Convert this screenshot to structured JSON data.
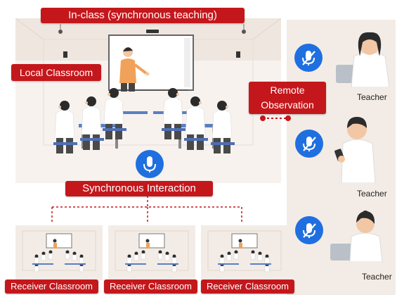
{
  "titles": {
    "in_class": "In-class (synchronous teaching)",
    "local_classroom": "Local Classroom",
    "remote_observation_line1": "Remote",
    "remote_observation_line2": "Observation",
    "synchronous_interaction": "Synchronous Interaction"
  },
  "receivers": [
    {
      "label": "Receiver Classroom"
    },
    {
      "label": "Receiver Classroom"
    },
    {
      "label": "Receiver Classroom"
    }
  ],
  "teachers": [
    {
      "label": "Teacher",
      "icon": "muted-microphone-icon"
    },
    {
      "label": "Teacher",
      "icon": "muted-microphone-icon"
    },
    {
      "label": "Teacher",
      "icon": "muted-microphone-icon"
    }
  ],
  "icons": {
    "interaction": "microphone-icon",
    "remote": "muted-microphone-icon"
  },
  "colors": {
    "accent_red": "#c4171c",
    "mic_blue": "#1f6fe0",
    "room_beige": "#f3ece6"
  }
}
